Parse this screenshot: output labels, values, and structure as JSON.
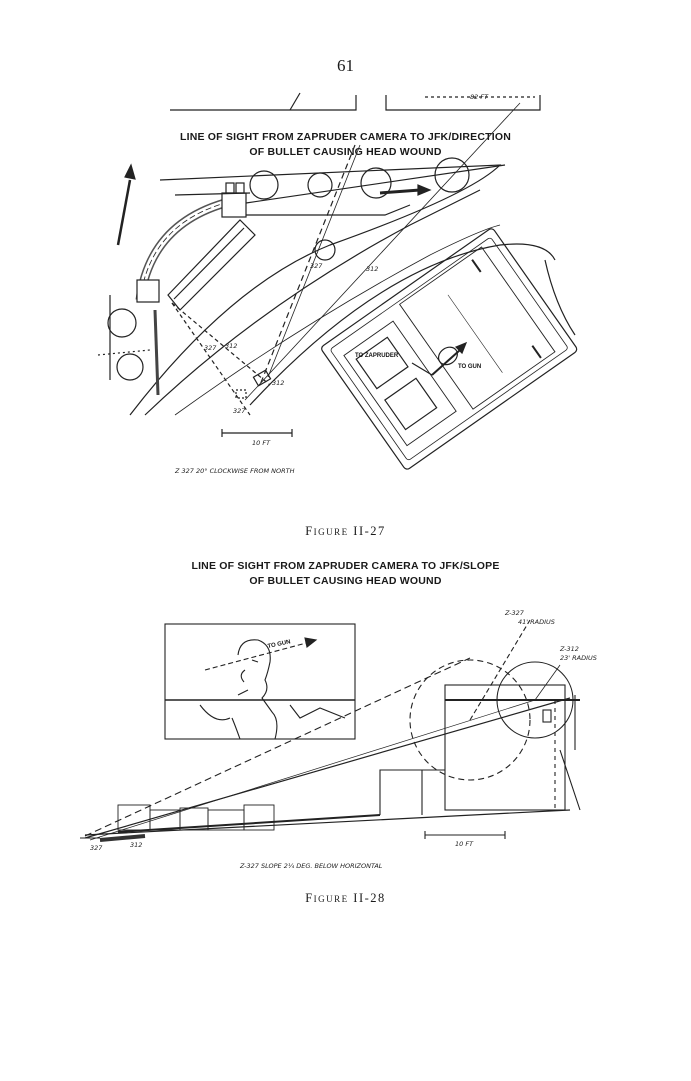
{
  "page": {
    "number": "61"
  },
  "figure27": {
    "title_line1": "LINE OF SIGHT FROM ZAPRUDER CAMERA TO JFK/DIRECTION",
    "title_line2": "OF BULLET CAUSING HEAD WOUND",
    "labels": {
      "distance": "82 FT",
      "frame_a": "327",
      "frame_b": "312",
      "to_zapruder": "TO ZAPRUDER",
      "to_gun": "TO GUN",
      "scale": "10 FT",
      "note": "Z 327    20° CLOCKWISE FROM NORTH"
    },
    "caption": "Figure II-27"
  },
  "figure28": {
    "title_line1": "LINE OF SIGHT FROM ZAPRUDER CAMERA TO JFK/SLOPE",
    "title_line2": "OF BULLET CAUSING HEAD WOUND",
    "labels": {
      "to_gun": "TO GUN",
      "z327": "Z-327",
      "radius_41": "41' RADIUS",
      "z312": "Z-312",
      "radius_23": "23' RADIUS",
      "frame_a": "327",
      "frame_b": "312",
      "scale": "10 FT",
      "note": "Z-327   SLOPE 2¼ DEG. BELOW HORIZONTAL"
    },
    "caption": "Figure II-28"
  }
}
